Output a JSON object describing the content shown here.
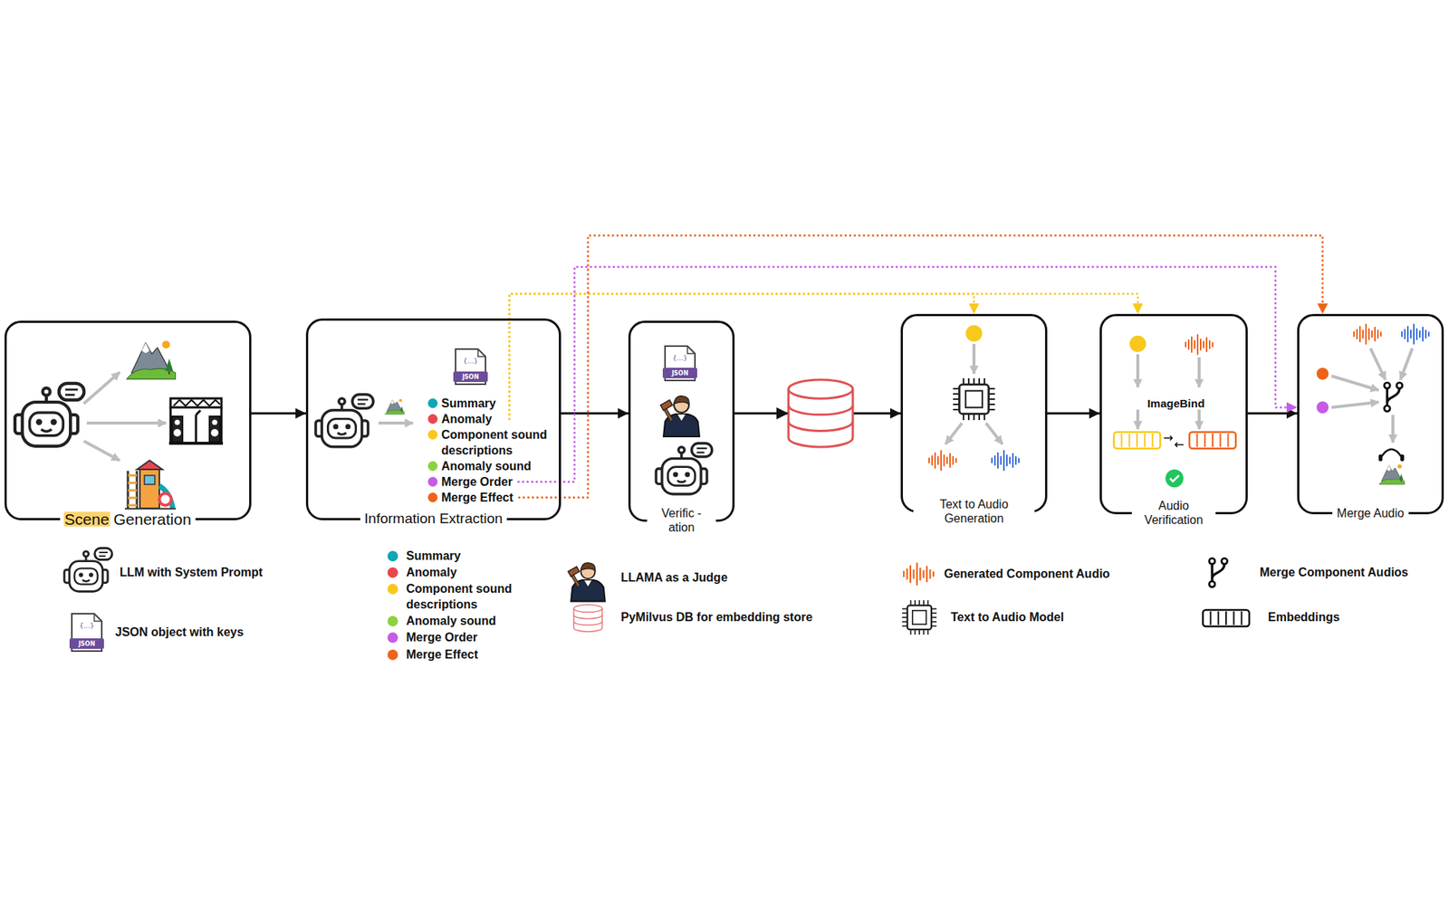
{
  "diagram": {
    "nodes": [
      {
        "text": [
          "Scene Generation"
        ]
      },
      {
        "text": [
          "Summary",
          "Anomaly",
          "Component sound descriptions",
          "Anomaly sound",
          "Merge Order",
          "Merge Effect",
          "Information Extraction"
        ]
      },
      {
        "text": [
          "Verific -ation"
        ]
      },
      {
        "text": [
          "Text to Audio Generation"
        ]
      },
      {
        "text": [
          "ImageBind",
          "Audio Verification"
        ]
      },
      {
        "text": [
          "Merge Audio"
        ]
      }
    ],
    "edges": [
      {
        "from": 0,
        "to": 1,
        "arrow": "to"
      },
      {
        "from": 1,
        "to": 2,
        "arrow": "to"
      },
      {
        "from": 2,
        "to": 3,
        "arrow": "to"
      },
      {
        "from": 3,
        "to": 4,
        "arrow": "to"
      },
      {
        "from": 4,
        "to": 5,
        "arrow": "to"
      },
      {
        "from": 1,
        "to": 3,
        "arrow": "to"
      },
      {
        "from": 1,
        "to": 4,
        "arrow": "to"
      },
      {
        "from": 1,
        "to": 5,
        "arrow": "to"
      },
      {
        "from": 1,
        "to": 5,
        "arrow": "to"
      }
    ],
    "labels": [
      "{...}",
      "JSON",
      "{...}",
      "JSON",
      "{...}",
      "JSON"
    ],
    "legend": [
      {
        "text": "LLM with System Prompt"
      },
      {
        "text": "JSON object with keys"
      },
      {
        "text": "Summary",
        "color": "#12a5b5"
      },
      {
        "text": "Anomaly",
        "color": "#e8474f"
      },
      {
        "text": "Component sound descriptions",
        "color": "#f8c81c"
      },
      {
        "text": "Anomaly sound",
        "color": "#8cd23f"
      },
      {
        "text": "Merge Order",
        "color": "#c65be6"
      },
      {
        "text": "Merge Effect",
        "color": "#ef6319"
      },
      {
        "text": "LLAMA as a Judge"
      },
      {
        "text": "PyMilvus DB for embedding store"
      },
      {
        "text": "Generated Component Audio"
      },
      {
        "text": "Text to Audio Model"
      },
      {
        "text": "Merge Component Audios"
      },
      {
        "text": "Embeddings"
      }
    ]
  }
}
